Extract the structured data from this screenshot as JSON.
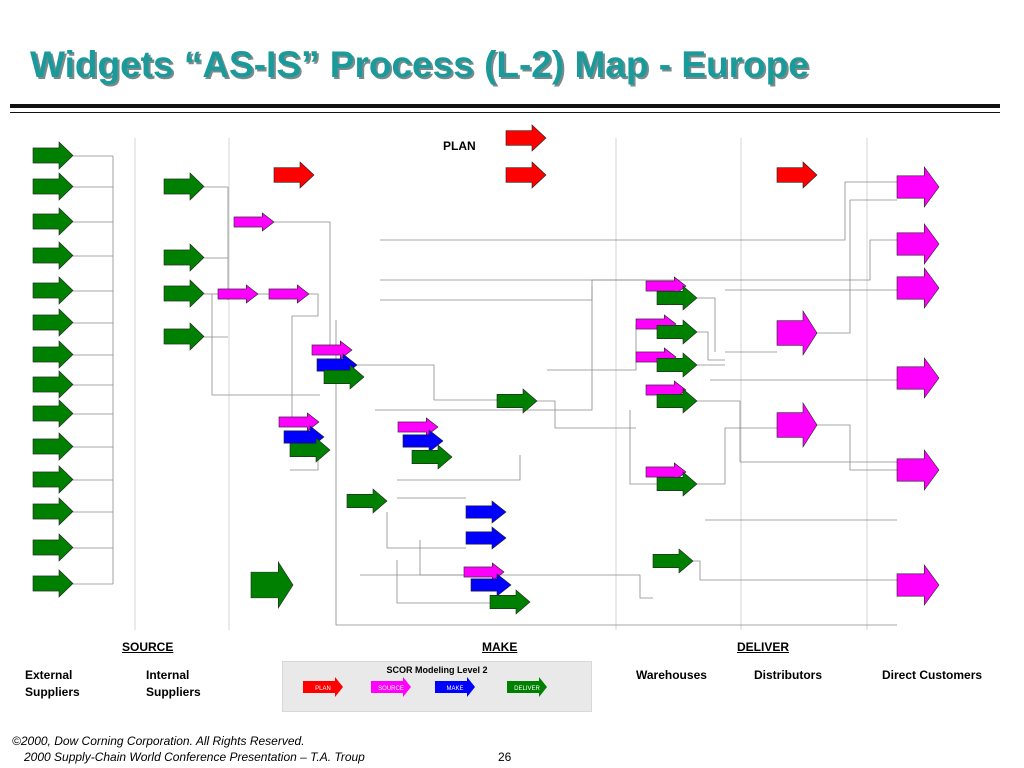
{
  "title": "Widgets “AS-IS” Process (L-2) Map  -  Europe",
  "plan_label": "PLAN",
  "phases": {
    "source": "SOURCE",
    "make": "MAKE",
    "deliver": "DELIVER"
  },
  "columns": {
    "external_suppliers": [
      "External",
      "Suppliers"
    ],
    "internal_suppliers": [
      "Internal",
      "Suppliers"
    ],
    "warehouses": "Warehouses",
    "distributors": "Distributors",
    "direct_customers": "Direct Customers"
  },
  "legend": {
    "title": "SCOR Modeling Level 2",
    "items": [
      {
        "label": "PLAN",
        "color": "#ff0000"
      },
      {
        "label": "SOURCE",
        "color": "#ff00ff"
      },
      {
        "label": "MAKE",
        "color": "#0000ff"
      },
      {
        "label": "DELIVER",
        "color": "#008000"
      }
    ]
  },
  "colors": {
    "plan": "#ff0000",
    "source": "#ff00ff",
    "make": "#0000ff",
    "deliver": "#008000",
    "title": "#1a9a9a"
  },
  "footer": {
    "line1": "©2000, Dow Corning Corporation. All Rights Reserved.",
    "line2": "2000 Supply-Chain World Conference Presentation – T.A. Troup",
    "page": "26"
  }
}
